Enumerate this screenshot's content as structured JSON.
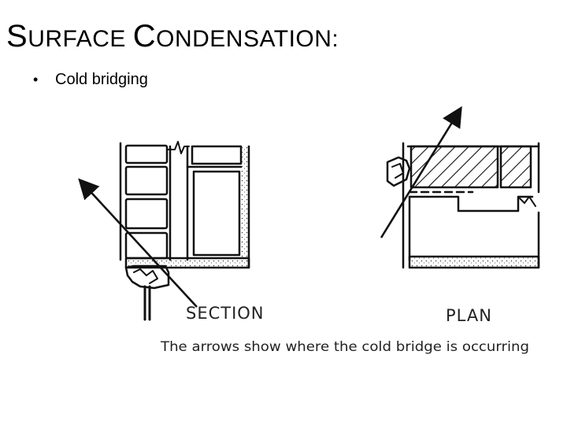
{
  "slide": {
    "title_first_letter_1": "S",
    "title_rest_1": "URFACE ",
    "title_first_letter_2": "C",
    "title_rest_2": "ONDENSATION:",
    "bullet_marker": "•",
    "bullet_text": "Cold bridging"
  },
  "diagram": {
    "section_label": "SECTION",
    "plan_label": "PLAN",
    "caption": "The arrows show where the cold bridge is occurring"
  },
  "colors": {
    "ink": "#111111",
    "background": "#ffffff"
  }
}
